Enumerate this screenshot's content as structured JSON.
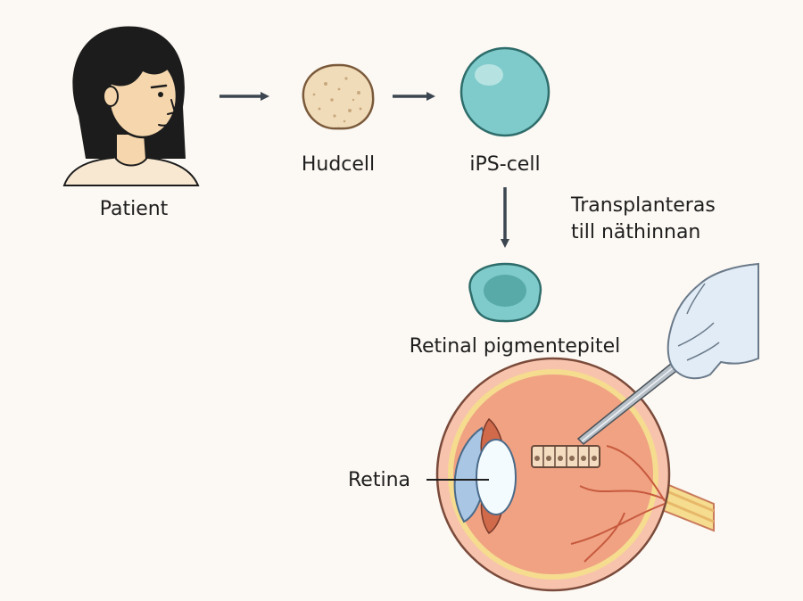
{
  "labels": {
    "patient": "Patient",
    "skin_cell": "Hudcell",
    "ips_cell": "iPS-cell",
    "transplant_line1": "Transplanteras",
    "transplant_line2": "till näthinnan",
    "rpe": "Retinal pigmentepitel",
    "retina": "Retina"
  },
  "colors": {
    "background": "#fcf8f3",
    "arrow": "#3c4650",
    "hair": "#1c1c1c",
    "skin": "#f6d7ad",
    "skin_cell_fill": "#f1dcba",
    "ips_fill": "#7fcbcb",
    "rpe_fill": "#7fcbcb",
    "rpe_nucleus": "#58aaa8",
    "eye_sclera": "#f7c3ad",
    "eye_retina": "#f0a283",
    "eye_yellow": "#f5dc8f",
    "cornea": "#a9c7e4",
    "glove": "#e2ecf6"
  },
  "icons": [
    "patient-icon",
    "skin-cell-icon",
    "ips-cell-icon",
    "rpe-cell-icon",
    "eye-icon",
    "gloved-hand-icon",
    "forceps-icon",
    "rpe-graft-icon"
  ]
}
